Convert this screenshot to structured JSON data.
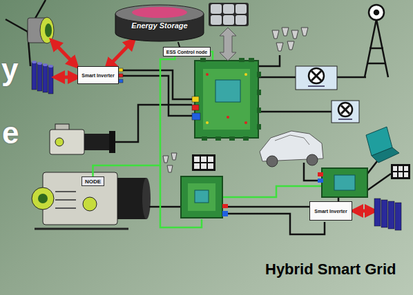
{
  "diagram": {
    "caption": "Hybrid Smart Grid",
    "nodes": [
      {
        "text": [
          "Energy Storage"
        ]
      },
      {
        "text": [
          "ESS Control node"
        ]
      },
      {
        "text": [
          "Smart Inverter"
        ]
      },
      {
        "text": [
          "NODE"
        ]
      },
      {
        "text": [
          "Smart Inverter"
        ]
      }
    ],
    "edges": [
      {
        "from": 0,
        "to": 2,
        "arrow": "both"
      },
      {
        "from": 0,
        "to": 1,
        "arrow": "none"
      },
      {
        "from": 3,
        "to": 1,
        "arrow": "none"
      }
    ],
    "labels": [
      "y",
      "e"
    ]
  }
}
